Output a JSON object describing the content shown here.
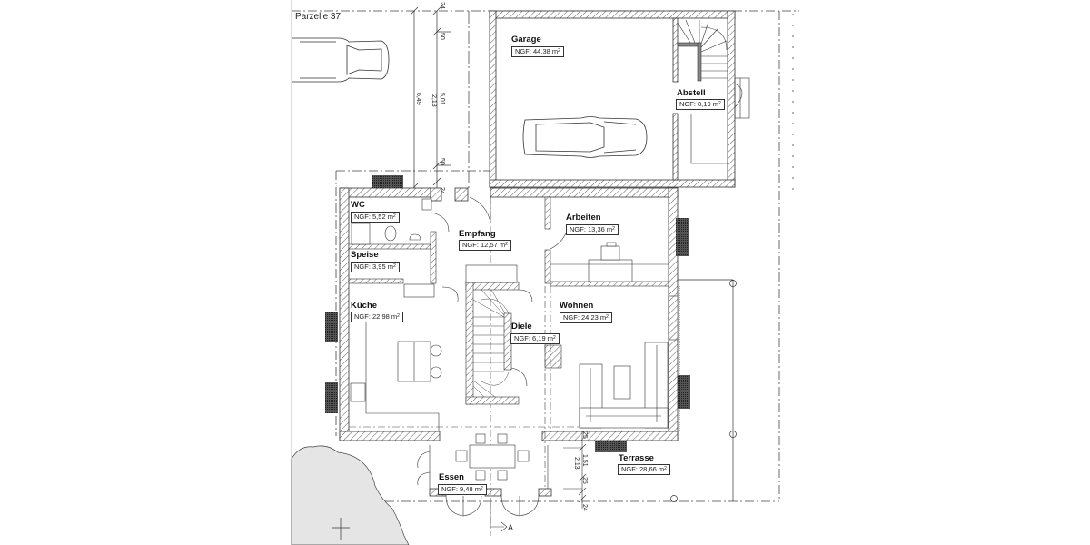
{
  "plot": {
    "label": "Parzelle 37"
  },
  "section_marker": {
    "label": "A"
  },
  "rooms": [
    {
      "id": "garage",
      "name": "Garage",
      "ngf_prefix": "NGF:",
      "area": "44,38",
      "unit": "m"
    },
    {
      "id": "abstell",
      "name": "Abstell",
      "ngf_prefix": "NGF:",
      "area": "8,19",
      "unit": "m"
    },
    {
      "id": "wc",
      "name": "WC",
      "ngf_prefix": "NGF:",
      "area": "5,52",
      "unit": "m"
    },
    {
      "id": "empfang",
      "name": "Empfang",
      "ngf_prefix": "NGF:",
      "area": "12,57",
      "unit": "m"
    },
    {
      "id": "arbeiten",
      "name": "Arbeiten",
      "ngf_prefix": "NGF:",
      "area": "13,36",
      "unit": "m"
    },
    {
      "id": "speise",
      "name": "Speise",
      "ngf_prefix": "NGF:",
      "area": "3,95",
      "unit": "m"
    },
    {
      "id": "kueche",
      "name": "Küche",
      "ngf_prefix": "NGF:",
      "area": "22,98",
      "unit": "m"
    },
    {
      "id": "wohnen",
      "name": "Wohnen",
      "ngf_prefix": "NGF:",
      "area": "24,23",
      "unit": "m"
    },
    {
      "id": "diele",
      "name": "Diele",
      "ngf_prefix": "NGF:",
      "area": "6,19",
      "unit": "m"
    },
    {
      "id": "essen",
      "name": "Essen",
      "ngf_prefix": "NGF:",
      "area": "9,48",
      "unit": "m"
    },
    {
      "id": "terrasse",
      "name": "Terrasse",
      "ngf_prefix": "NGF:",
      "area": "28,66",
      "unit": "m"
    }
  ],
  "area_unit_sup": "2",
  "dimensions": {
    "top_left": [
      "24",
      "50",
      "6,49",
      "5,01",
      "2,13",
      "50",
      "24"
    ],
    "terrace": [
      "25",
      "1,51",
      "2,13",
      "25",
      "24"
    ]
  }
}
